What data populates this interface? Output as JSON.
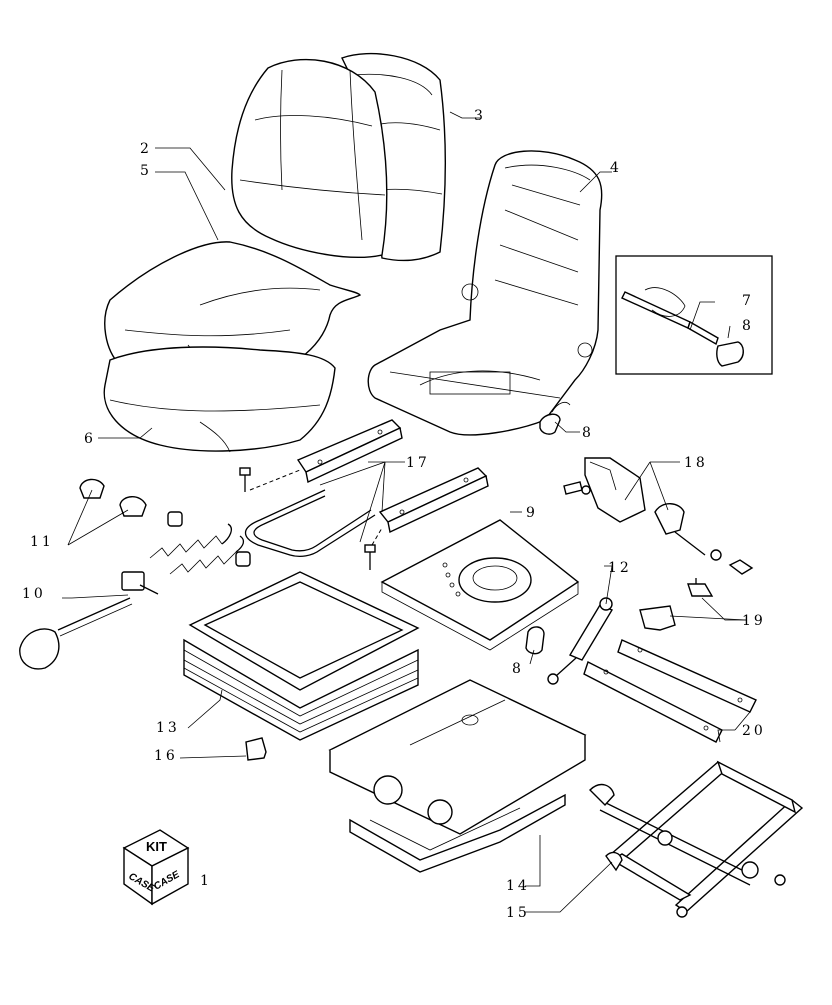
{
  "kit_box": {
    "label": "KIT",
    "brand_left": "CASE",
    "brand_right": "CASE"
  },
  "callouts": [
    {
      "id": "1",
      "text": "1"
    },
    {
      "id": "2",
      "text": "2"
    },
    {
      "id": "3",
      "text": "3"
    },
    {
      "id": "4",
      "text": "4"
    },
    {
      "id": "5",
      "text": "5"
    },
    {
      "id": "6",
      "text": "6"
    },
    {
      "id": "7",
      "text": "7"
    },
    {
      "id": "8a",
      "text": "8"
    },
    {
      "id": "8b",
      "text": "8"
    },
    {
      "id": "8c",
      "text": "8"
    },
    {
      "id": "9",
      "text": "9"
    },
    {
      "id": "10",
      "text": "10"
    },
    {
      "id": "11",
      "text": "11"
    },
    {
      "id": "12",
      "text": "12"
    },
    {
      "id": "13",
      "text": "13"
    },
    {
      "id": "14",
      "text": "14"
    },
    {
      "id": "15",
      "text": "15"
    },
    {
      "id": "16",
      "text": "16"
    },
    {
      "id": "17",
      "text": "17"
    },
    {
      "id": "18",
      "text": "18"
    },
    {
      "id": "19",
      "text": "19"
    },
    {
      "id": "20",
      "text": "20"
    }
  ]
}
